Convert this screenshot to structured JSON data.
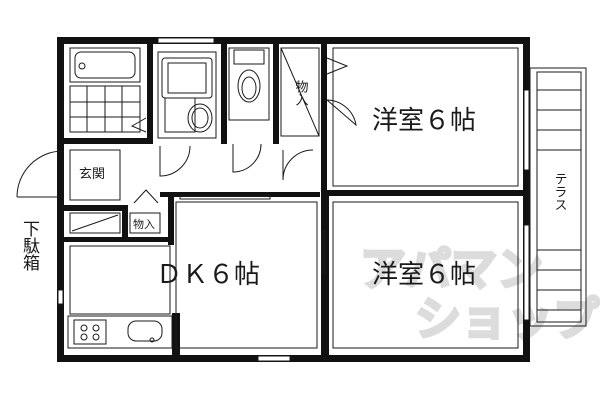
{
  "rooms": {
    "western_room_top": "洋室６帖",
    "western_room_bottom": "洋室６帖",
    "dining_kitchen": "ＤＫ６帖"
  },
  "labels": {
    "entrance": "玄関",
    "storage_hall": "物入",
    "storage_room": "物入",
    "terrace": "テラス",
    "shoe_box": "下駄箱"
  },
  "watermark": {
    "line1": "アパマン",
    "line2": "ショップ"
  },
  "colors": {
    "wall": "#111111",
    "line": "#1a1a1a",
    "background": "#ffffff",
    "watermark": "#dcdcdc"
  }
}
